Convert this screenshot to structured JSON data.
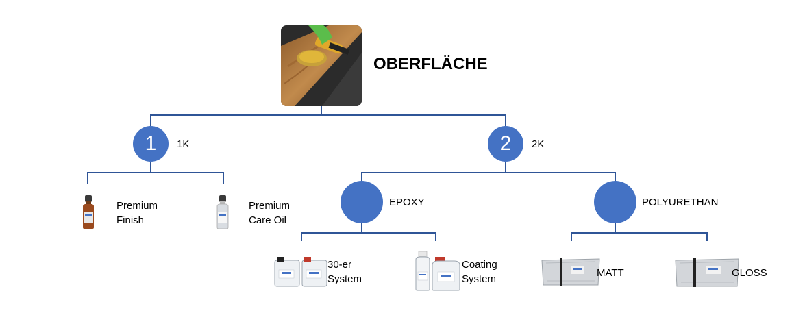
{
  "accent_color": "#4472c4",
  "line_color": "#2f5597",
  "root": {
    "title": "OBERFLÄCHE",
    "icon": "sanding-wood-photo"
  },
  "branches": [
    {
      "number": "1",
      "label": "1K",
      "children": [
        {
          "line1": "Premium",
          "line2": "Finish",
          "icon": "amber-bottle-icon"
        },
        {
          "line1": "Premium",
          "line2": "Care Oil",
          "icon": "clear-bottle-icon"
        }
      ]
    },
    {
      "number": "2",
      "label": "2K",
      "children": [
        {
          "label": "EPOXY",
          "children": [
            {
              "line1": "30-er",
              "line2": "System",
              "icon": "canister-pair-icon"
            },
            {
              "line1": "Coating",
              "line2": "System",
              "icon": "bottle-pair-icon"
            }
          ]
        },
        {
          "label": "POLYURETHAN",
          "children": [
            {
              "label": "MATT",
              "icon": "foil-pack-icon"
            },
            {
              "label": "GLOSS",
              "icon": "foil-pack-icon"
            }
          ]
        }
      ]
    }
  ]
}
